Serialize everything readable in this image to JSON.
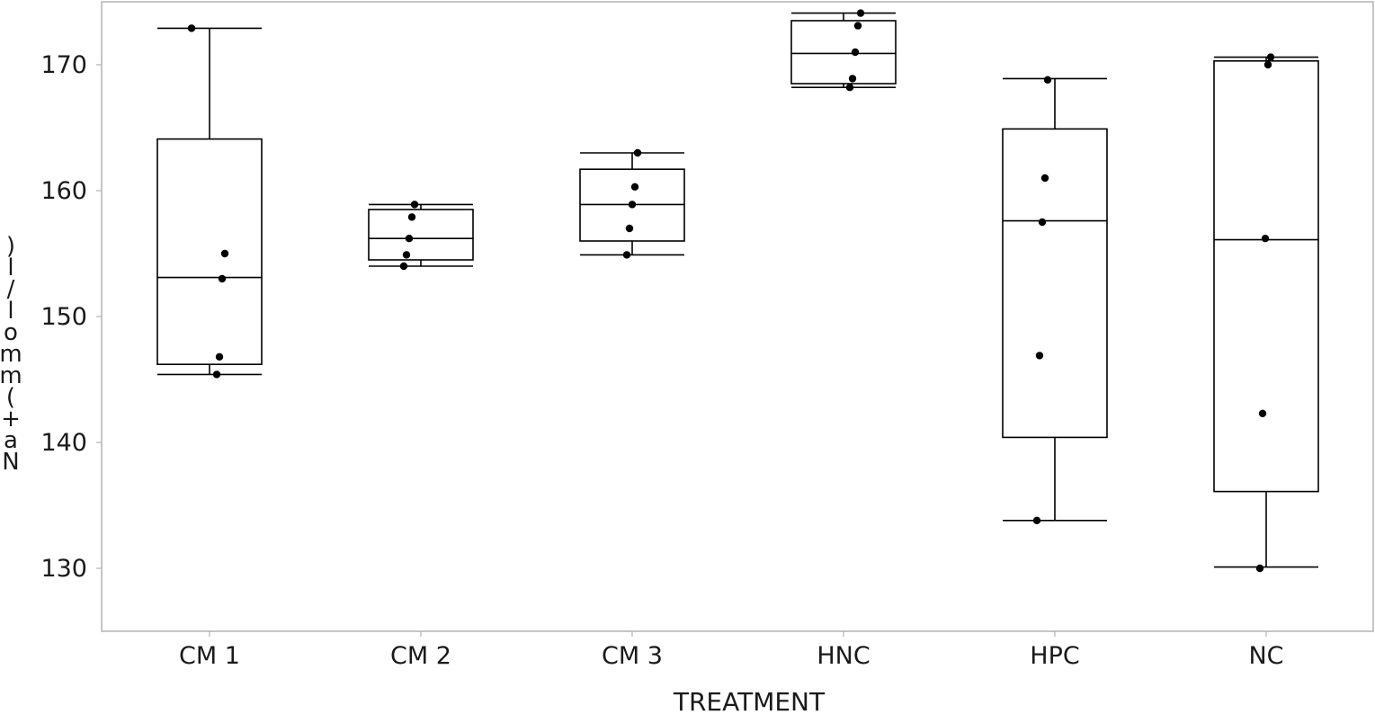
{
  "chart_data": {
    "type": "box",
    "xlabel": "TREATMENT",
    "ylabel": "Na+ (mmol/l)",
    "ylim": [
      125,
      175
    ],
    "yticks": [
      130,
      140,
      150,
      160,
      170
    ],
    "grid": false,
    "categories": [
      "CM 1",
      "CM 2",
      "CM 3",
      "HNC",
      "HPC",
      "NC"
    ],
    "boxes": [
      {
        "category": "CM 1",
        "min": 145.4,
        "q1": 146.2,
        "median": 153.1,
        "q3": 164.1,
        "max": 172.9,
        "points": [
          172.9,
          155.0,
          153.0,
          146.8,
          145.4
        ]
      },
      {
        "category": "CM 2",
        "min": 154.0,
        "q1": 154.5,
        "median": 156.2,
        "q3": 158.5,
        "max": 158.9,
        "points": [
          158.9,
          157.9,
          156.2,
          154.9,
          154.0
        ]
      },
      {
        "category": "CM 3",
        "min": 154.9,
        "q1": 156.0,
        "median": 158.9,
        "q3": 161.7,
        "max": 163.0,
        "points": [
          163.0,
          160.3,
          158.9,
          157.0,
          154.9
        ]
      },
      {
        "category": "HNC",
        "min": 168.2,
        "q1": 168.5,
        "median": 170.9,
        "q3": 173.5,
        "max": 174.1,
        "points": [
          174.1,
          173.1,
          171.0,
          168.9,
          168.2
        ]
      },
      {
        "category": "HPC",
        "min": 133.8,
        "q1": 140.4,
        "median": 157.6,
        "q3": 164.9,
        "max": 168.9,
        "points": [
          168.8,
          161.0,
          157.5,
          146.9,
          133.8
        ]
      },
      {
        "category": "NC",
        "min": 130.1,
        "q1": 136.1,
        "median": 156.1,
        "q3": 170.3,
        "max": 170.6,
        "points": [
          170.6,
          170.0,
          156.2,
          142.3,
          130.0
        ]
      }
    ]
  }
}
